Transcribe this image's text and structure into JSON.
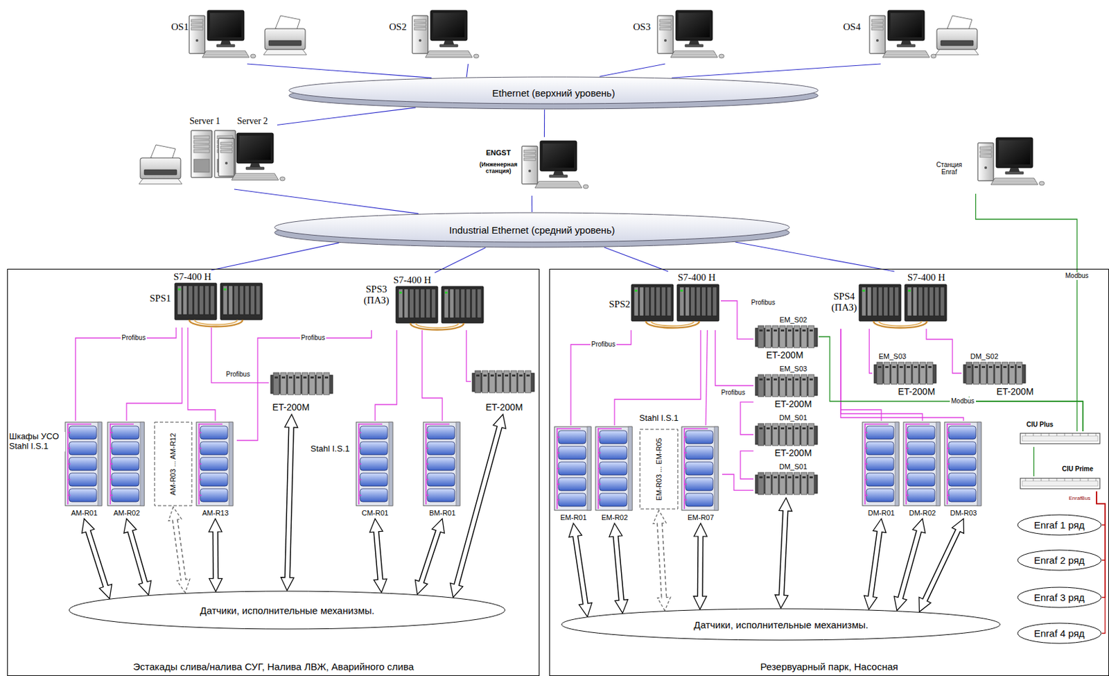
{
  "diagram": {
    "nodes": [
      {
        "text": [
          "OS1"
        ]
      },
      {
        "text": [
          "OS2"
        ]
      },
      {
        "text": [
          "OS3"
        ]
      },
      {
        "text": [
          "OS4"
        ]
      },
      {
        "text": [
          "Ethernet (верхний уровень)"
        ]
      },
      {
        "text": [
          "Server 1",
          "Server 2"
        ]
      },
      {
        "text": [
          "ENGST",
          "(Инженерная станция)"
        ]
      },
      {
        "text": [
          "Станция Enraf"
        ]
      },
      {
        "text": [
          "Industrial Ethernet (средний уровень)"
        ]
      },
      {
        "text": [
          "Эстакады слива/налива СУГ, Налива ЛВЖ, Аварийного слива"
        ]
      },
      {
        "text": [
          "Резервуарный парк, Насосная"
        ]
      },
      {
        "text": [
          "S7-400 H",
          "SPS1"
        ],
        "in": 9
      },
      {
        "text": [
          "S7-400 H",
          "SPS3 (ПАЗ)"
        ],
        "in": 9
      },
      {
        "text": [
          "ET-200M"
        ],
        "in": 9
      },
      {
        "text": [
          "ET-200M"
        ],
        "in": 9
      },
      {
        "text": [
          "AM-R01"
        ],
        "in": 9
      },
      {
        "text": [
          "AM-R02"
        ],
        "in": 9
      },
      {
        "text": [
          "AM-R03 ... AM-R12"
        ],
        "in": 9
      },
      {
        "text": [
          "AM-R13"
        ],
        "in": 9
      },
      {
        "text": [
          "CM-R01"
        ],
        "in": 9
      },
      {
        "text": [
          "BM-R01"
        ],
        "in": 9
      },
      {
        "text": [
          "Датчики, исполнительные механизмы."
        ],
        "in": 9
      },
      {
        "text": [
          "S7-400 H",
          "SPS2"
        ],
        "in": 10
      },
      {
        "text": [
          "S7-400 H",
          "SPS4 (ПАЗ)"
        ],
        "in": 10
      },
      {
        "text": [
          "EM_S02",
          "ET-200M"
        ],
        "in": 10
      },
      {
        "text": [
          "EM_S03",
          "ET-200M"
        ],
        "in": 10
      },
      {
        "text": [
          "DM_S01",
          "ET-200M"
        ],
        "in": 10
      },
      {
        "text": [
          "DM_S01"
        ],
        "in": 10
      },
      {
        "text": [
          "EM_S03",
          "ET-200M"
        ],
        "in": 10
      },
      {
        "text": [
          "DM_S02",
          "ET-200M"
        ],
        "in": 10
      },
      {
        "text": [
          "EM-R01"
        ],
        "in": 10
      },
      {
        "text": [
          "EM-R02"
        ],
        "in": 10
      },
      {
        "text": [
          "EM-R03 ... EM-R05"
        ],
        "in": 10
      },
      {
        "text": [
          "EM-R07"
        ],
        "in": 10
      },
      {
        "text": [
          "DM-R01"
        ],
        "in": 10
      },
      {
        "text": [
          "DM-R02"
        ],
        "in": 10
      },
      {
        "text": [
          "DM-R03"
        ],
        "in": 10
      },
      {
        "text": [
          "Датчики, исполнительные механизмы."
        ],
        "in": 10
      },
      {
        "text": [
          "CIU Plus"
        ],
        "in": 10
      },
      {
        "text": [
          "CIU Prime"
        ],
        "in": 10
      },
      {
        "text": [
          "Enraf 1 ряд"
        ],
        "in": 10
      },
      {
        "text": [
          "Enraf 2 ряд"
        ],
        "in": 10
      },
      {
        "text": [
          "Enraf 3 ряд"
        ],
        "in": 10
      },
      {
        "text": [
          "Enraf 4 ряд"
        ],
        "in": 10
      }
    ],
    "edges": [
      {
        "from": 0,
        "to": 4,
        "arrow": "none"
      },
      {
        "from": 1,
        "to": 4,
        "arrow": "none"
      },
      {
        "from": 2,
        "to": 4,
        "arrow": "none"
      },
      {
        "from": 3,
        "to": 4,
        "arrow": "none"
      },
      {
        "from": 5,
        "to": 4,
        "arrow": "none"
      },
      {
        "from": 6,
        "to": 4,
        "arrow": "none"
      },
      {
        "from": 5,
        "to": 8,
        "arrow": "none"
      },
      {
        "from": 6,
        "to": 8,
        "arrow": "none"
      },
      {
        "from": 11,
        "to": 8,
        "arrow": "none"
      },
      {
        "from": 12,
        "to": 8,
        "arrow": "none"
      },
      {
        "from": 22,
        "to": 8,
        "arrow": "none"
      },
      {
        "from": 23,
        "to": 8,
        "arrow": "none"
      },
      {
        "from": 7,
        "to": 38,
        "label": "Modbus",
        "arrow": "none"
      },
      {
        "from": 11,
        "to": 15,
        "label": "Profibus",
        "arrow": "none"
      },
      {
        "from": 11,
        "to": 16,
        "arrow": "none"
      },
      {
        "from": 11,
        "to": 18,
        "arrow": "none"
      },
      {
        "from": 11,
        "to": 13,
        "label": "Profibus",
        "arrow": "none"
      },
      {
        "from": 12,
        "to": 18,
        "label": "Profibus",
        "arrow": "none"
      },
      {
        "from": 12,
        "to": 19,
        "arrow": "none"
      },
      {
        "from": 12,
        "to": 20,
        "arrow": "none"
      },
      {
        "from": 12,
        "to": 14,
        "arrow": "none"
      },
      {
        "from": 15,
        "to": 21,
        "arrow": "both"
      },
      {
        "from": 16,
        "to": 21,
        "arrow": "both"
      },
      {
        "from": 17,
        "to": 21,
        "arrow": "both"
      },
      {
        "from": 18,
        "to": 21,
        "arrow": "both"
      },
      {
        "from": 13,
        "to": 21,
        "arrow": "both"
      },
      {
        "from": 19,
        "to": 21,
        "arrow": "both"
      },
      {
        "from": 20,
        "to": 21,
        "arrow": "both"
      },
      {
        "from": 14,
        "to": 21,
        "arrow": "both"
      },
      {
        "from": 22,
        "to": 30,
        "label": "Profibus",
        "arrow": "none"
      },
      {
        "from": 22,
        "to": 31,
        "arrow": "none"
      },
      {
        "from": 22,
        "to": 33,
        "arrow": "none"
      },
      {
        "from": 22,
        "to": 24,
        "label": "Profibus",
        "arrow": "none"
      },
      {
        "from": 22,
        "to": 25,
        "label": "Profibus",
        "arrow": "none"
      },
      {
        "from": 25,
        "to": 26,
        "arrow": "none"
      },
      {
        "from": 26,
        "to": 27,
        "arrow": "none"
      },
      {
        "from": 27,
        "to": 33,
        "arrow": "none"
      },
      {
        "from": 23,
        "to": 28,
        "arrow": "none"
      },
      {
        "from": 23,
        "to": 29,
        "arrow": "none"
      },
      {
        "from": 23,
        "to": 34,
        "arrow": "none"
      },
      {
        "from": 23,
        "to": 35,
        "arrow": "none"
      },
      {
        "from": 23,
        "to": 36,
        "arrow": "none"
      },
      {
        "from": 24,
        "to": 38,
        "label": "Modbus",
        "arrow": "none"
      },
      {
        "from": 29,
        "to": 38,
        "arrow": "none"
      },
      {
        "from": 30,
        "to": 37,
        "arrow": "both"
      },
      {
        "from": 31,
        "to": 37,
        "arrow": "both"
      },
      {
        "from": 32,
        "to": 37,
        "arrow": "both"
      },
      {
        "from": 33,
        "to": 37,
        "arrow": "both"
      },
      {
        "from": 27,
        "to": 37,
        "arrow": "both"
      },
      {
        "from": 34,
        "to": 37,
        "arrow": "both"
      },
      {
        "from": 35,
        "to": 37,
        "arrow": "both"
      },
      {
        "from": 36,
        "to": 37,
        "arrow": "both"
      },
      {
        "from": 38,
        "to": 39,
        "arrow": "none"
      },
      {
        "from": 39,
        "to": 40,
        "arrow": "none"
      },
      {
        "from": 39,
        "to": 41,
        "arrow": "none"
      },
      {
        "from": 39,
        "to": 42,
        "arrow": "none"
      },
      {
        "from": 39,
        "to": 43,
        "arrow": "none"
      }
    ],
    "labels": [
      "Шкафы УСО Stahl I.S.1",
      "Stahl I.S.1",
      "Stahl I.S.1",
      "EnrafBus"
    ]
  }
}
